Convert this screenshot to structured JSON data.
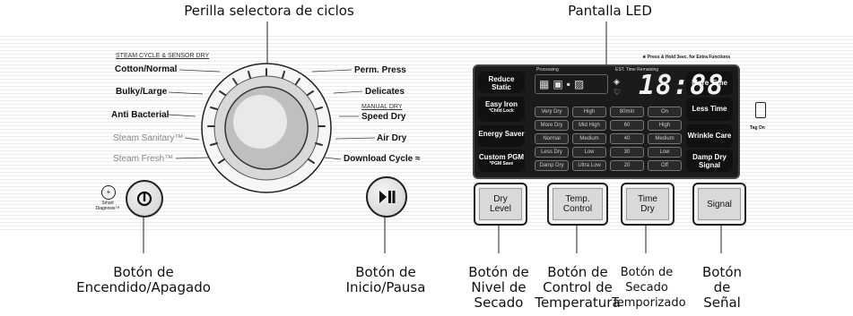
{
  "callouts": {
    "selector_knob": "Perilla selectora de ciclos",
    "led_display": "Pantalla LED",
    "power_button": [
      "Botón de",
      "Encendido/Apagado"
    ],
    "start_pause_button": [
      "Botón de",
      "Inicio/Pausa"
    ],
    "dry_level_button": [
      "Botón de",
      "Nivel de",
      "Secado"
    ],
    "temp_control_button": [
      "Botón de",
      "Control de",
      "Temperatura"
    ],
    "time_dry_button": [
      "Botón de",
      "Secado",
      "Temporizado"
    ],
    "signal_button": [
      "Botón",
      "de",
      "Señal"
    ]
  },
  "panel": {
    "steam_header": "STEAM CYCLE & SENSOR DRY",
    "manual_header": "MANUAL DRY",
    "press_hold_note": "★ Press & Hold 3sec. for Extra Functions",
    "left_cycles": [
      "Cotton/Normal",
      "Bulky/Large",
      "Anti Bacterial",
      "Steam Sanitary™",
      "Steam Fresh™"
    ],
    "right_cycles": [
      "Perm. Press",
      "Delicates",
      "Speed Dry",
      "Air Dry",
      "Download Cycle"
    ],
    "smart_diagnosis": "Smart Diagnosis™",
    "tag_on": "Tag On"
  },
  "display": {
    "processing_label": "Processing",
    "est_time_label": "EST. Time Remaining",
    "digits": "18:88",
    "left_buttons": [
      {
        "label": "Reduce Static",
        "sub": ""
      },
      {
        "label": "Easy Iron",
        "sub": "*Child Lock"
      },
      {
        "label": "Energy Saver",
        "sub": ""
      },
      {
        "label": "Custom PGM",
        "sub": "*PGM Save"
      }
    ],
    "right_buttons": [
      {
        "label": "More Time",
        "sub": ""
      },
      {
        "label": "Less Time",
        "sub": ""
      },
      {
        "label": "Wrinkle Care",
        "sub": ""
      },
      {
        "label": "Damp Dry",
        "sub": "Signal"
      }
    ],
    "grid": [
      [
        "Very Dry",
        "High",
        "80min",
        "On"
      ],
      [
        "More Dry",
        "Mid High",
        "60",
        "High"
      ],
      [
        "Normal",
        "Medium",
        "40",
        "Medium"
      ],
      [
        "Less Dry",
        "Low",
        "30",
        "Low"
      ],
      [
        "Damp Dry",
        "Ultra Low",
        "20",
        "Off"
      ]
    ]
  },
  "buttons": {
    "dry_level": "Dry Level",
    "temp_control": "Temp. Control",
    "time_dry": "Time Dry",
    "signal": "Signal"
  }
}
